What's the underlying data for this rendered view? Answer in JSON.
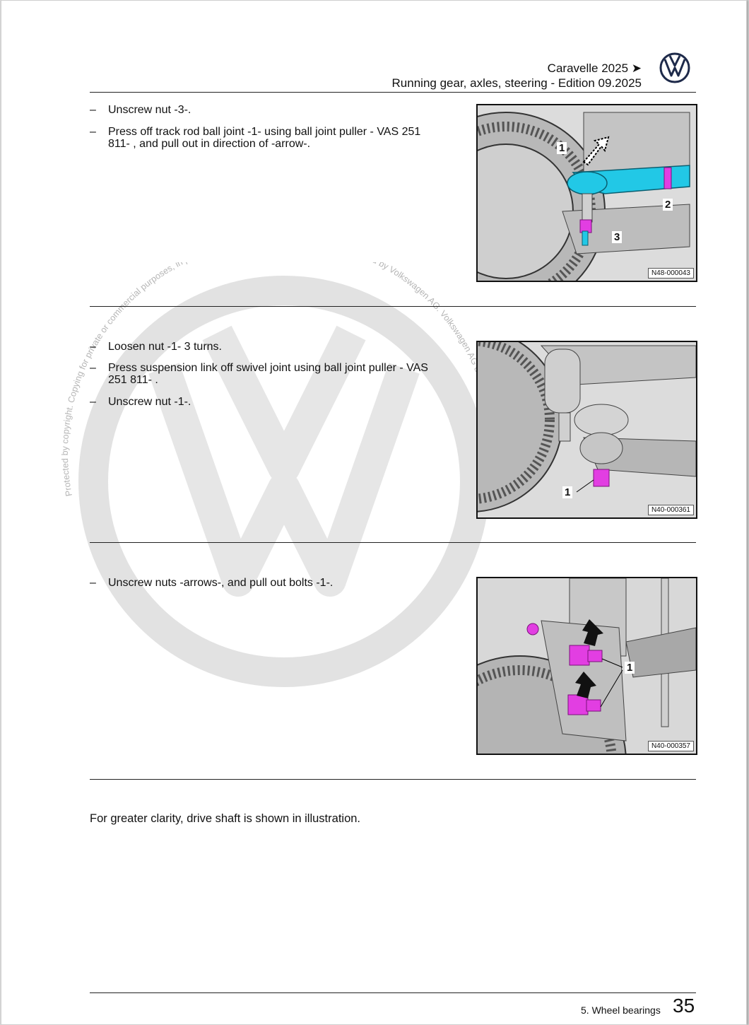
{
  "header": {
    "model": "Caravelle 2025 ➤",
    "subtitle": "Running gear, axles, steering - Edition 09.2025",
    "logo_icon": "vw-logo-icon"
  },
  "sections": [
    {
      "steps": [
        {
          "dash": "–",
          "text": "Unscrew nut -3-."
        },
        {
          "dash": "–",
          "text": "Press off track rod ball joint -1- using ball joint puller - VAS 251 811- , and pull out in direction of -arrow-."
        }
      ],
      "figure": {
        "code": "N48-000043",
        "callouts": [
          "1",
          "2",
          "3"
        ]
      }
    },
    {
      "steps": [
        {
          "dash": "–",
          "text": "Loosen nut -1- 3 turns."
        },
        {
          "dash": "–",
          "text": "Press suspension link off swivel joint using ball joint puller - VAS 251 811- ."
        },
        {
          "dash": "–",
          "text": "Unscrew nut -1-."
        }
      ],
      "figure": {
        "code": "N40-000361",
        "callouts": [
          "1"
        ]
      }
    },
    {
      "steps": [
        {
          "dash": "–",
          "text": "Unscrew nuts -arrows-, and pull out bolts -1-."
        }
      ],
      "figure": {
        "code": "N40-000357",
        "callouts": [
          "1"
        ]
      }
    }
  ],
  "note": "For greater clarity, drive shaft is shown in illustration.",
  "watermark": {
    "text": "Protected by copyright. Copying for private or commercial purposes, in part or in whole, is not permitted unless authorised by Volkswagen AG. Volkswagen AG does not guarantee or accept any liability with respect to the correctness of information in this document. Copyright by Volkswagen AG."
  },
  "footer": {
    "section": "5. Wheel bearings",
    "page": "35"
  },
  "colors": {
    "highlight_cyan": "#22c8e6",
    "highlight_magenta": "#e23ee2",
    "rule": "#222222"
  }
}
